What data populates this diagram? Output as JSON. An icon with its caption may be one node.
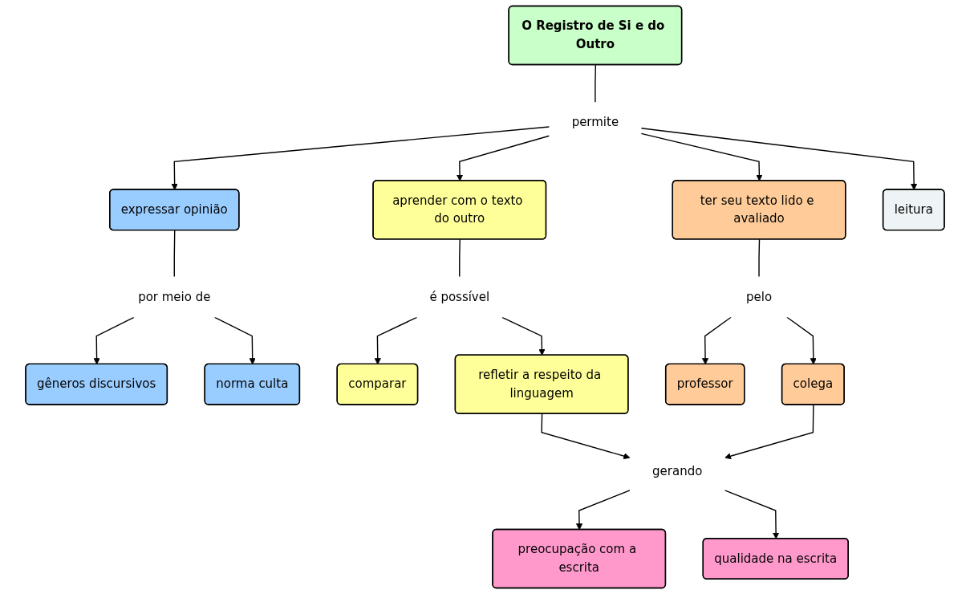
{
  "diagram": {
    "nodes": [
      {
        "text": [
          "O Registro de Si e do Outro"
        ]
      },
      {
        "text": [
          "permite"
        ]
      },
      {
        "text": [
          "expressar opinião"
        ]
      },
      {
        "text": [
          "aprender com o texto do outro"
        ]
      },
      {
        "text": [
          "ter seu texto lido e avaliado"
        ]
      },
      {
        "text": [
          "leitura"
        ]
      },
      {
        "text": [
          "por meio de"
        ]
      },
      {
        "text": [
          "gêneros discursivos"
        ]
      },
      {
        "text": [
          "norma culta"
        ]
      },
      {
        "text": [
          "é possível"
        ]
      },
      {
        "text": [
          "comparar"
        ]
      },
      {
        "text": [
          "refletir a respeito da linguagem"
        ]
      },
      {
        "text": [
          "pelo"
        ]
      },
      {
        "text": [
          "professor"
        ]
      },
      {
        "text": [
          "colega"
        ]
      },
      {
        "text": [
          "gerando"
        ]
      },
      {
        "text": [
          "preocupação com a escrita"
        ]
      },
      {
        "text": [
          "qualidade na escrita"
        ]
      }
    ],
    "edges": [
      {
        "from": 0,
        "to": 1,
        "arrow": "none"
      },
      {
        "from": 1,
        "to": 2,
        "arrow": "to"
      },
      {
        "from": 1,
        "to": 3,
        "arrow": "to"
      },
      {
        "from": 1,
        "to": 4,
        "arrow": "to"
      },
      {
        "from": 1,
        "to": 5,
        "arrow": "to"
      },
      {
        "from": 2,
        "to": 6,
        "arrow": "none"
      },
      {
        "from": 6,
        "to": 7,
        "arrow": "to"
      },
      {
        "from": 6,
        "to": 8,
        "arrow": "to"
      },
      {
        "from": 3,
        "to": 9,
        "arrow": "none"
      },
      {
        "from": 9,
        "to": 10,
        "arrow": "to"
      },
      {
        "from": 9,
        "to": 11,
        "arrow": "to"
      },
      {
        "from": 4,
        "to": 12,
        "arrow": "none"
      },
      {
        "from": 12,
        "to": 13,
        "arrow": "to"
      },
      {
        "from": 12,
        "to": 14,
        "arrow": "to"
      },
      {
        "from": 11,
        "to": 15,
        "arrow": "to"
      },
      {
        "from": 14,
        "to": 15,
        "arrow": "to"
      },
      {
        "from": 15,
        "to": 16,
        "arrow": "to"
      },
      {
        "from": 15,
        "to": 17,
        "arrow": "to"
      }
    ]
  }
}
